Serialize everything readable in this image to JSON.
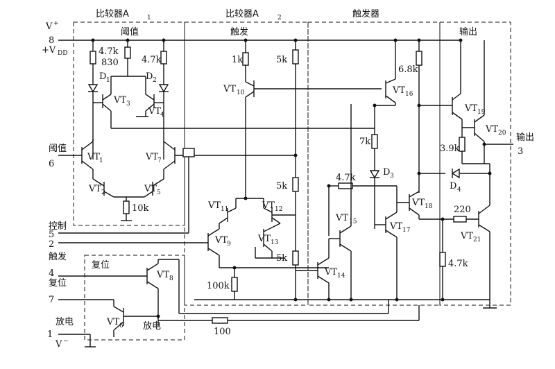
{
  "blocks": {
    "comparator1": "比较器A",
    "comparator1_sub": "1",
    "comparator2": "比较器A",
    "comparator2_sub": "2",
    "flipflop": "触发器",
    "threshold_section": "阈值",
    "trigger_section": "触发",
    "output_section": "输出",
    "reset_section": "复位",
    "discharge_section": "放电"
  },
  "pins": {
    "vplus": "V",
    "vplus_sup": "+",
    "pin8": "8",
    "vdd": "+V",
    "vdd_sub": "DD",
    "threshold_label": "阈值",
    "pin6": "6",
    "control_label": "控制",
    "pin5": "5",
    "pin2": "2",
    "trigger_label": "触发",
    "pin4": "4",
    "reset_label": "复位",
    "pin7": "7",
    "discharge_label": "放电",
    "pin1": "1",
    "vminus": "V",
    "vminus_sup": "−",
    "output_label": "输出",
    "pin3": "3"
  },
  "resistors": {
    "r1": "4.7k",
    "r2": "830",
    "r3": "4.7k",
    "r4": "10k",
    "r5": "1k",
    "r6": "5k",
    "r7": "5k",
    "r8": "5k",
    "r9": "100k",
    "r10": "6.8k",
    "r11": "7k",
    "r12": "4.7k",
    "r13": "3.9k",
    "r14": "220",
    "r15": "4.7k",
    "r16": "100"
  },
  "diodes": [
    "D",
    "D",
    "D",
    "D"
  ],
  "diode_subs": [
    "1",
    "2",
    "3",
    "4"
  ],
  "transistors": [
    {
      "base": "VT",
      "sub": "1"
    },
    {
      "base": "VT",
      "sub": "2"
    },
    {
      "base": "VT",
      "sub": "3"
    },
    {
      "base": "VT",
      "sub": "4"
    },
    {
      "base": "VT",
      "sub": "5"
    },
    {
      "base": "VT",
      "sub": "6"
    },
    {
      "base": "VT",
      "sub": "7"
    },
    {
      "base": "VT",
      "sub": "8"
    },
    {
      "base": "VT",
      "sub": "9"
    },
    {
      "base": "VT",
      "sub": "10"
    },
    {
      "base": "VT",
      "sub": "11"
    },
    {
      "base": "VT",
      "sub": "12"
    },
    {
      "base": "VT",
      "sub": "13"
    },
    {
      "base": "VT",
      "sub": "14"
    },
    {
      "base": "VT",
      "sub": "15"
    },
    {
      "base": "VT",
      "sub": "16"
    },
    {
      "base": "VT",
      "sub": "17"
    },
    {
      "base": "VT",
      "sub": "18"
    },
    {
      "base": "VT",
      "sub": "19"
    },
    {
      "base": "VT",
      "sub": "20"
    },
    {
      "base": "VT",
      "sub": "21"
    }
  ]
}
